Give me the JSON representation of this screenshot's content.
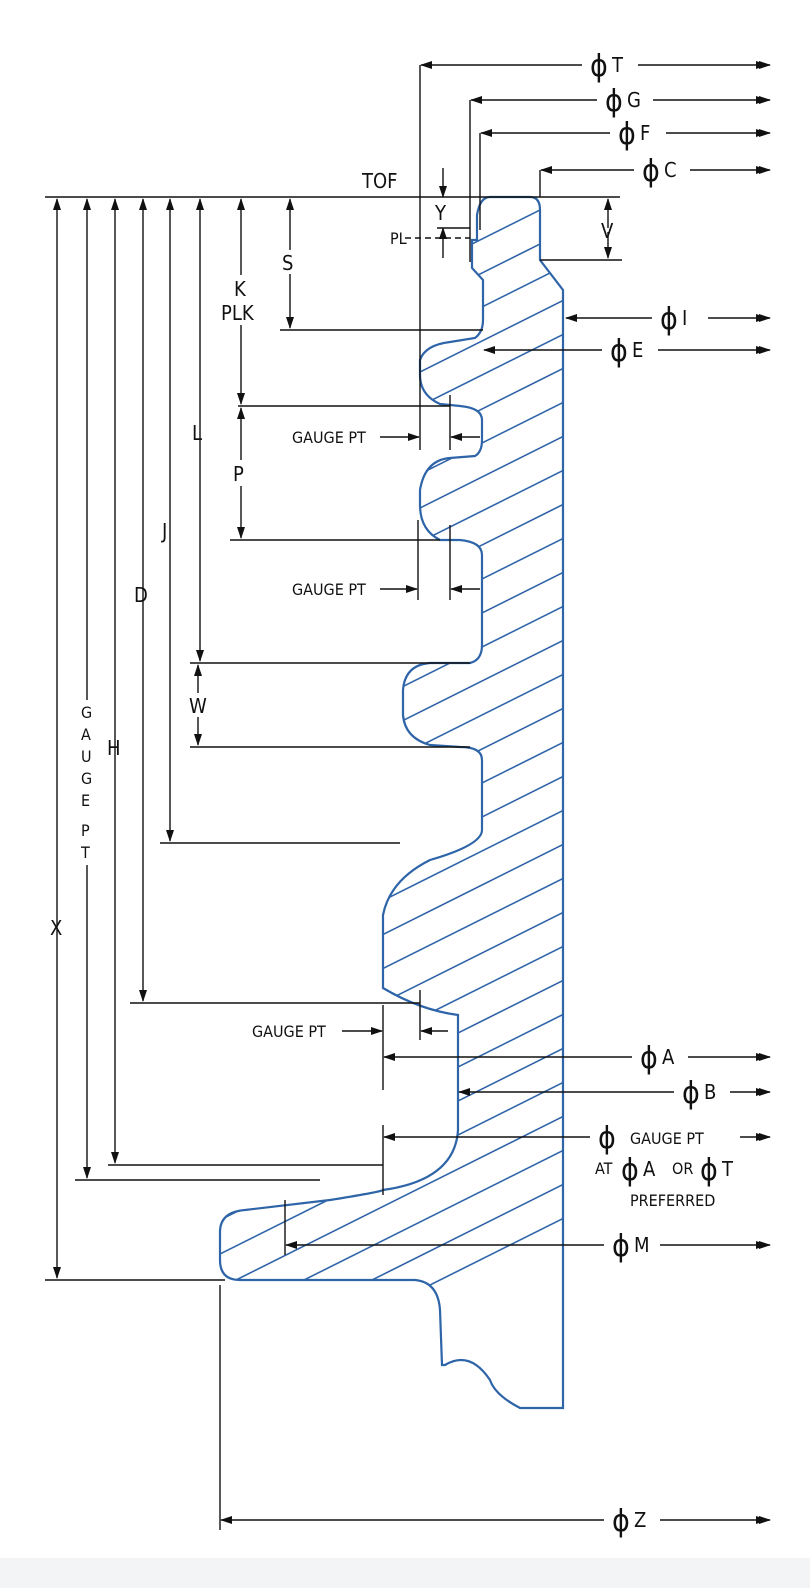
{
  "labels": {
    "tof": "TOF",
    "y": "Y",
    "pl": "PL",
    "v": "V",
    "s": "S",
    "k": "K",
    "plk": "PLK",
    "l": "L",
    "p": "P",
    "j": "J",
    "d": "D",
    "w": "W",
    "h": "H",
    "x": "X",
    "gauge_vertical": [
      "G",
      "A",
      "U",
      "G",
      "E",
      "P",
      "T"
    ],
    "gauge_pt": "GAUGE PT",
    "at": "AT",
    "or": "OR",
    "preferred": "PREFERRED",
    "phi": "ϕ",
    "t": "T",
    "g": "G",
    "f": "F",
    "c": "C",
    "i": "I",
    "e": "E",
    "a": "A",
    "b": "B",
    "m": "M",
    "z": "Z"
  },
  "colors": {
    "profile": "#2e64a8",
    "dimension": "#111111"
  }
}
